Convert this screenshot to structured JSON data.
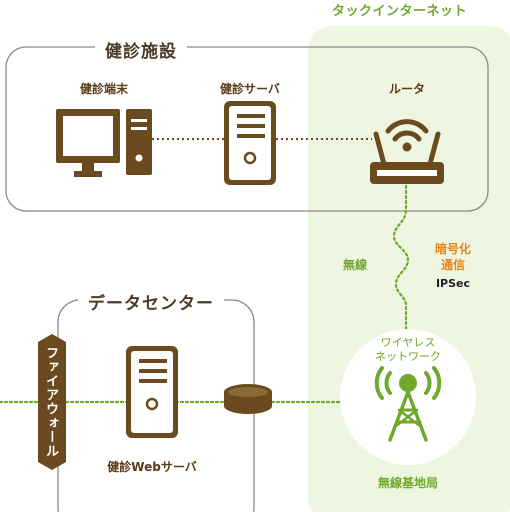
{
  "zones": {
    "tac_network": {
      "title": "タックインターネット"
    },
    "kenshin_facility": {
      "title": "健診施設"
    },
    "data_center": {
      "title": "データセンター"
    }
  },
  "nodes": {
    "kenshin_terminal": {
      "label": "健診端末"
    },
    "kenshin_server": {
      "label": "健診サーバ"
    },
    "router": {
      "label": "ルータ"
    },
    "firewall": {
      "label": "ファイアウォール"
    },
    "web_server": {
      "label": "健診Webサーバ"
    },
    "wireless_network": {
      "label_line1": "ワイヤレス",
      "label_line2": "ネットワーク"
    },
    "base_station": {
      "label": "無線基地局"
    }
  },
  "links": {
    "wireless": {
      "label": "無線"
    },
    "encryption": {
      "line1": "暗号化",
      "line2": "通信",
      "protocol": "IPSec"
    }
  },
  "colors": {
    "brown": "#6b4a1f",
    "green": "#6fa82a",
    "zone_green": "#eef6e2",
    "orange": "#e8861a",
    "border_gray": "#8a8a8a"
  }
}
